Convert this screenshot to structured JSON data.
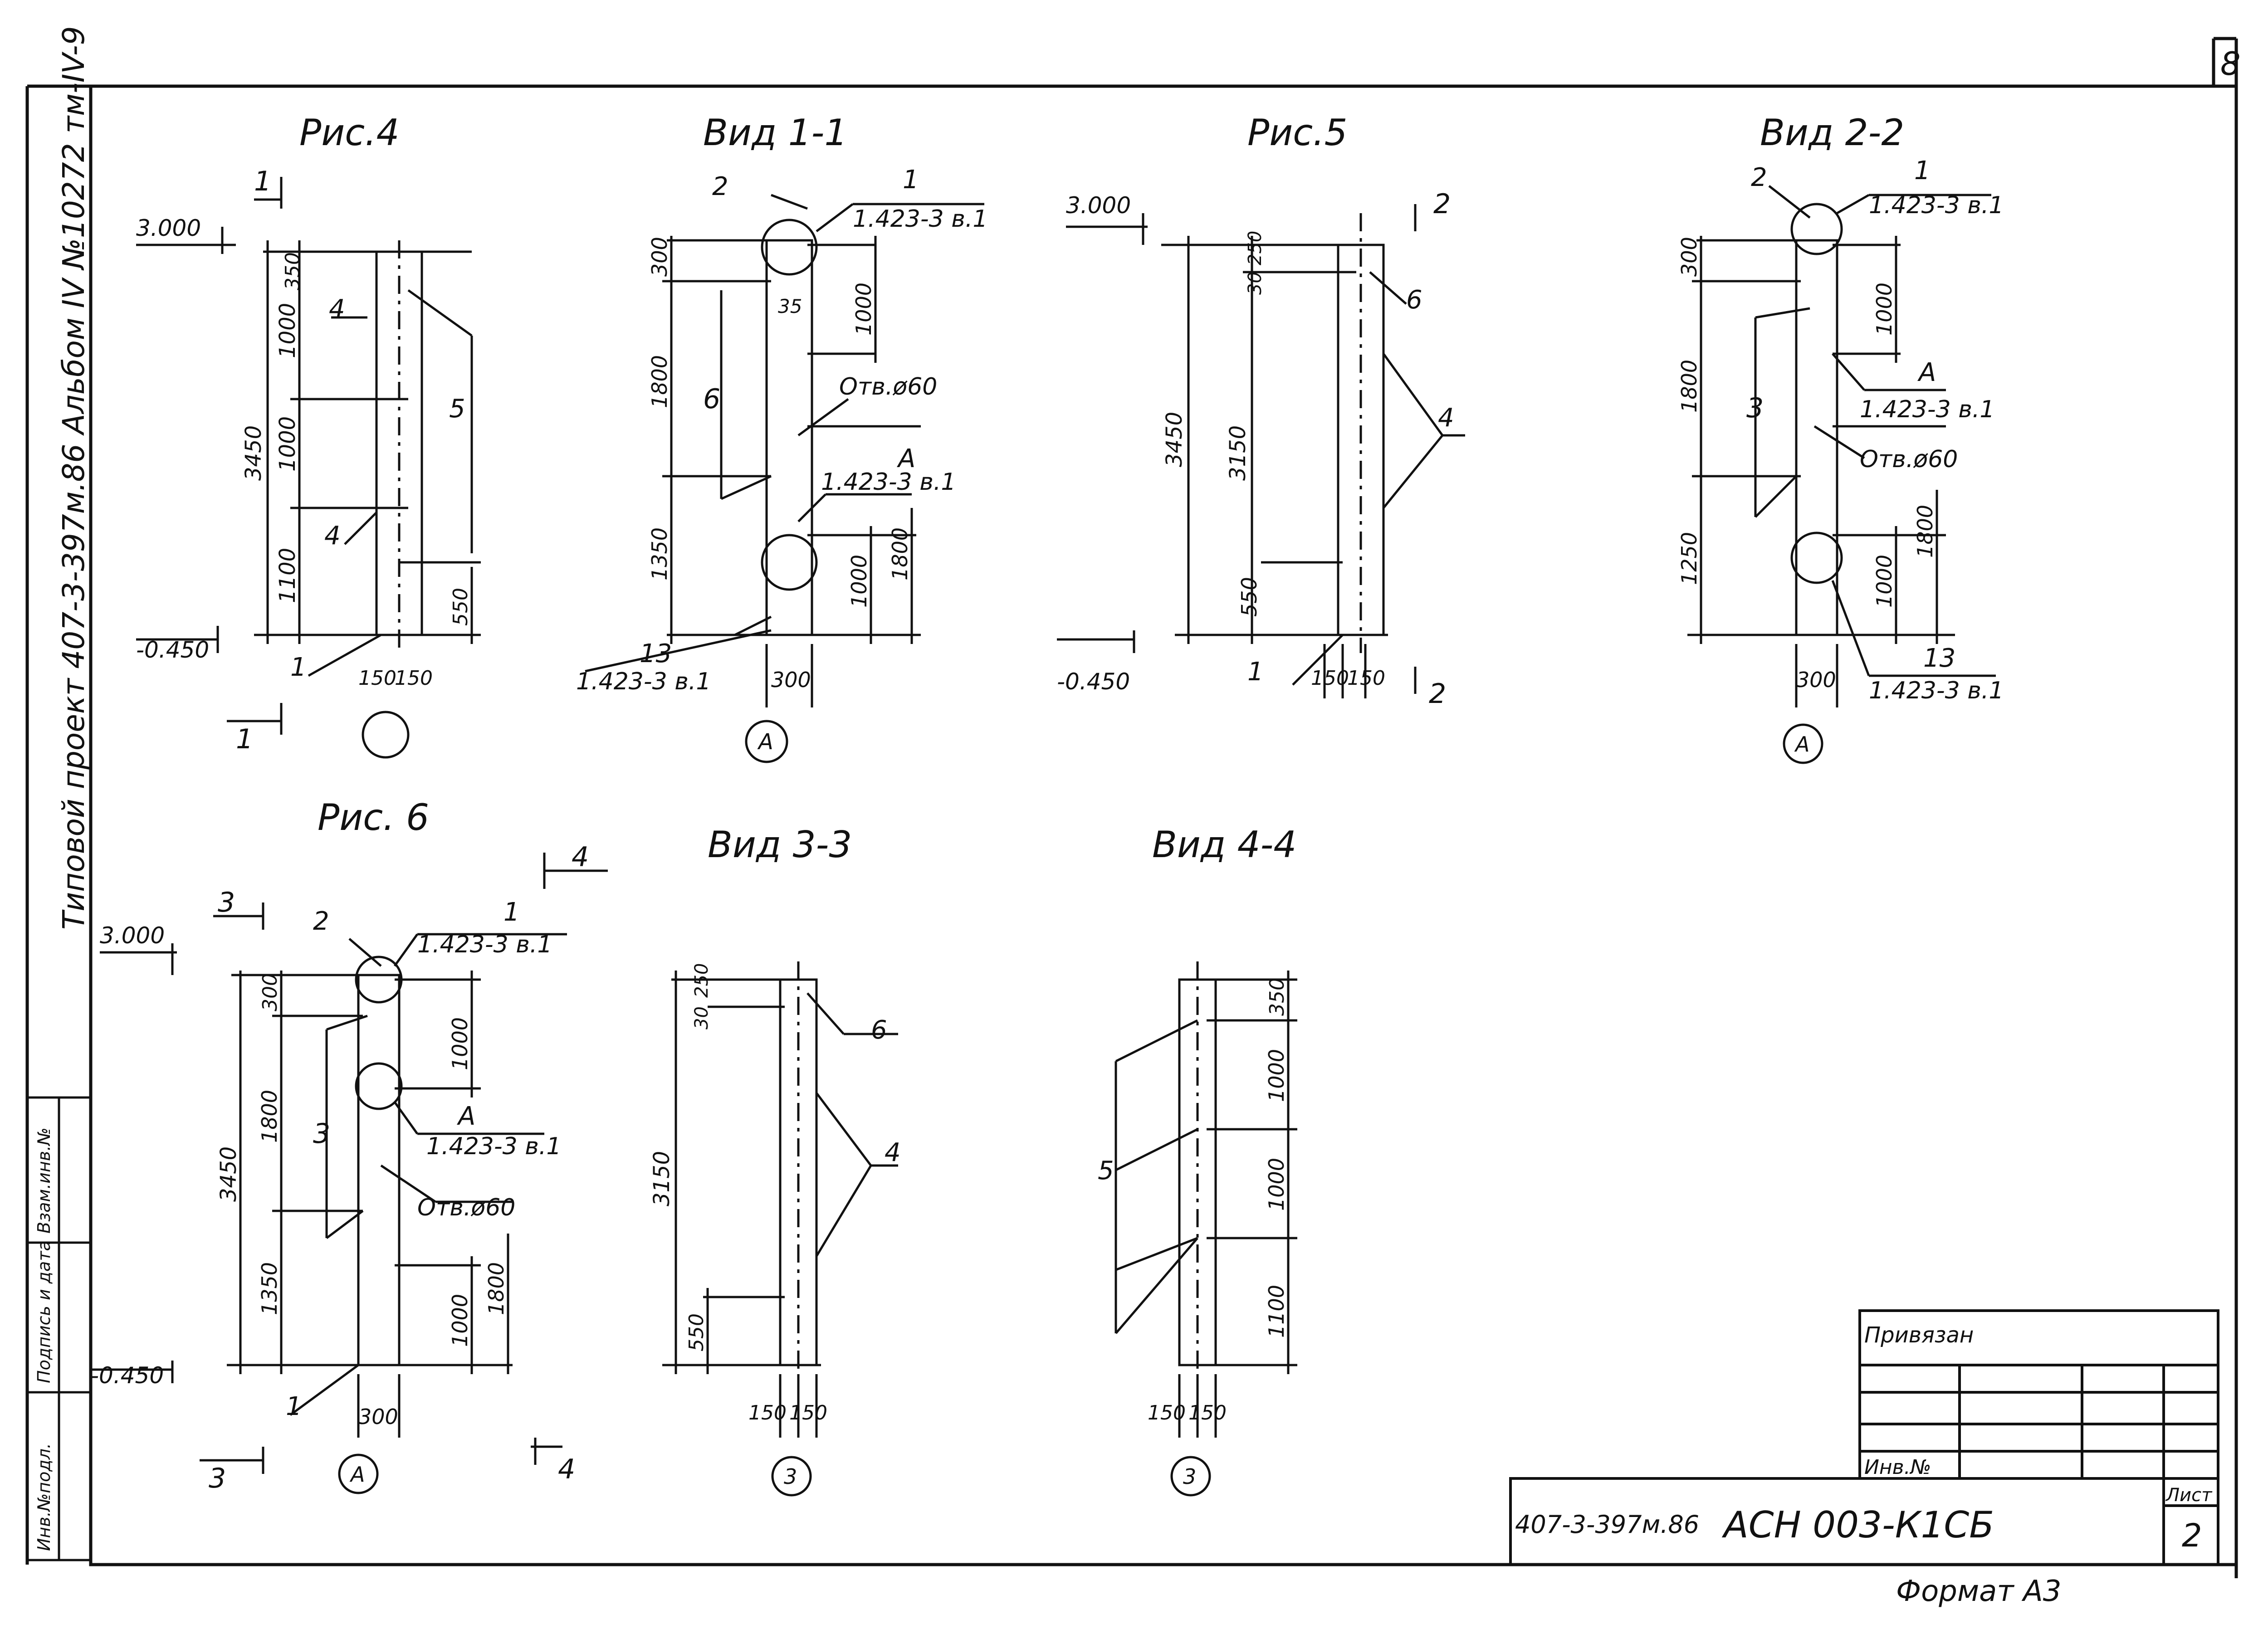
{
  "sheet_number_corner": "8",
  "side_text": "Типовой проект 407-3-397м.86 Альбом IV №10272 тм-IV-9",
  "side_stamp": [
    "Инв.№подл.",
    "Подпись и дата",
    "Взам.инв.№"
  ],
  "figures": {
    "fig4": {
      "title": "Рис.4",
      "level_top": "3.000",
      "level_bottom": "-0.450",
      "dims_left": [
        "3450",
        "1000",
        "1000",
        "1100"
      ],
      "dims_top": [
        "350"
      ],
      "dims_right": [
        "550"
      ],
      "dims_bottom": [
        "150",
        "150"
      ],
      "labels": [
        "4",
        "5",
        "4",
        "1"
      ],
      "section": "1"
    },
    "view11": {
      "title": "Вид 1-1",
      "callouts": [
        "2",
        "1",
        "1.423-3 в.1",
        "A",
        "1.423-3 в.1",
        "13",
        "1.423-3 в.1"
      ],
      "dims_left": [
        "300",
        "1800",
        "1350"
      ],
      "dims_right": [
        "1000",
        "1000",
        "1800"
      ],
      "dim_35": "35",
      "dim_bottom": "300",
      "label_6": "6",
      "hole": "Отв.ø60",
      "axis": "A"
    },
    "fig5": {
      "title": "Рис.5",
      "level_top": "3.000",
      "level_bottom": "-0.450",
      "dims": [
        "3450",
        "3150",
        "550",
        "30",
        "250"
      ],
      "dims_bottom": [
        "150",
        "150"
      ],
      "labels": [
        "6",
        "4",
        "1"
      ],
      "section": "2"
    },
    "view22": {
      "title": "Вид 2-2",
      "callouts": [
        "2",
        "1",
        "1.423-3 в.1",
        "A",
        "1.423-3 в.1",
        "13",
        "1.423-3 в.1"
      ],
      "dims_left": [
        "300",
        "1800",
        "1250"
      ],
      "dims_right": [
        "1000",
        "1000",
        "1800"
      ],
      "dim_bottom": "300",
      "label_3": "3",
      "hole": "Отв.ø60",
      "axis": "A"
    },
    "fig6": {
      "title": "Рис. 6",
      "level_top": "3.000",
      "level_bottom": "-0.450",
      "dims_left": [
        "3450",
        "300",
        "1800",
        "1350"
      ],
      "dims_right": [
        "1000",
        "1000",
        "1800"
      ],
      "dim_bottom": "300",
      "callouts": [
        "2",
        "1",
        "1.423-3 в.1",
        "A",
        "1.423-3 в.1"
      ],
      "label_3": "3",
      "label_1": "1",
      "hole": "Отв.ø60",
      "axis": "A",
      "sections": [
        "3",
        "4"
      ]
    },
    "view33": {
      "title": "Вид 3-3",
      "dims": [
        "3150",
        "550",
        "30",
        "250"
      ],
      "dims_bottom": [
        "150",
        "150"
      ],
      "labels": [
        "6",
        "4"
      ],
      "axis": "3"
    },
    "view44": {
      "title": "Вид 4-4",
      "dims": [
        "350",
        "1000",
        "1000",
        "1100"
      ],
      "dims_bottom": [
        "150",
        "150"
      ],
      "labels": [
        "5"
      ],
      "axis": "3"
    }
  },
  "title_block": {
    "privyazan": "Привязан",
    "inv_no": "Инв.№",
    "project_code": "407-3-397м.86",
    "drawing_code": "АСН 003-К1СБ",
    "sheet_label": "Лист",
    "sheet_number": "2",
    "format": "Формат А3"
  }
}
